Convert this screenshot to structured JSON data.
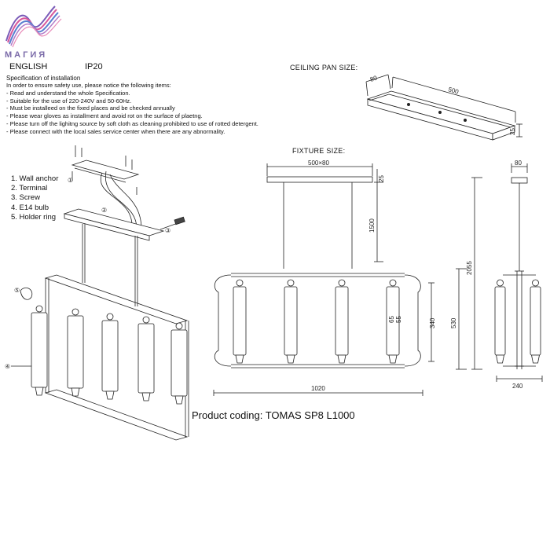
{
  "brand": {
    "logo_text": "МАГИЯ",
    "colors": {
      "logo_purple": "#7a5bb8",
      "logo_pink": "#d8579a",
      "logo_blue": "#5a7fd0",
      "line": "#222222"
    }
  },
  "header": {
    "language": "ENGLISH",
    "ip_rating": "IP20"
  },
  "specification": {
    "title": "Specification of installation",
    "lines": [
      "In order to ensure safety use, please notice the following items:",
      "- Read and understand the whole Specification.",
      "- Suitable for the use of 220-240V and 50-60Hz.",
      "- Must be installeed on the fixed places and be checked annually",
      "- Please wear gloves as installment and avoid rot on the surface of plaetng.",
      "- Please turn off the lighitng source by soft cloth as cleaning prohibited to use of rotted detergent.",
      "- Please connect with the local sales service center when there are any abnormality."
    ]
  },
  "parts": [
    "1. Wall anchor",
    "2. Terminal",
    "3. Screw",
    "4. E14 bulb",
    "5. Holder ring"
  ],
  "callouts": [
    "①",
    "②",
    "③",
    "⑤",
    "④"
  ],
  "ceiling_pan": {
    "title": "CEILING PAN  SIZE:",
    "width": "80",
    "length": "500",
    "height": "25"
  },
  "fixture": {
    "title": "FIXTURE SIZE:",
    "canopy": "500×80",
    "canopy_h": "25",
    "chain": "1500",
    "total_height": "2055",
    "body_height": "530",
    "shade_height": "340",
    "shade_diam_a": "65",
    "shade_diam_b": "55",
    "width": "1020",
    "side_canopy": "80",
    "side_width": "240"
  },
  "product_coding": "Product coding: TOMAS SP8 L1000"
}
